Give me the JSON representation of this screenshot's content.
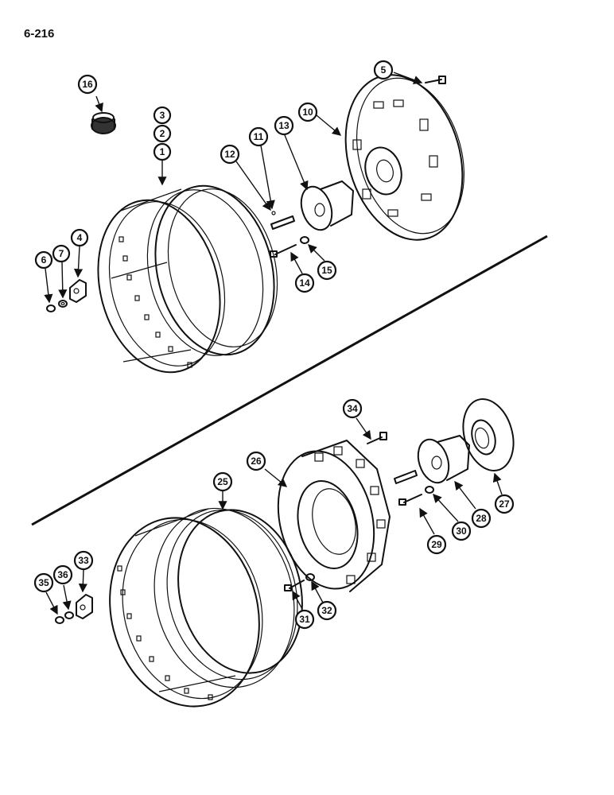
{
  "page_code": "6-216",
  "callouts": {
    "c1": "1",
    "c2": "2",
    "c3": "3",
    "c4": "4",
    "c5": "5",
    "c6": "6",
    "c7": "7",
    "c10": "10",
    "c11": "11",
    "c12": "12",
    "c13": "13",
    "c14": "14",
    "c15": "15",
    "c16": "16",
    "c25": "25",
    "c26": "26",
    "c27": "27",
    "c28": "28",
    "c29": "29",
    "c30": "30",
    "c31": "31",
    "c32": "32",
    "c33": "33",
    "c34": "34",
    "c35": "35",
    "c36": "36"
  }
}
